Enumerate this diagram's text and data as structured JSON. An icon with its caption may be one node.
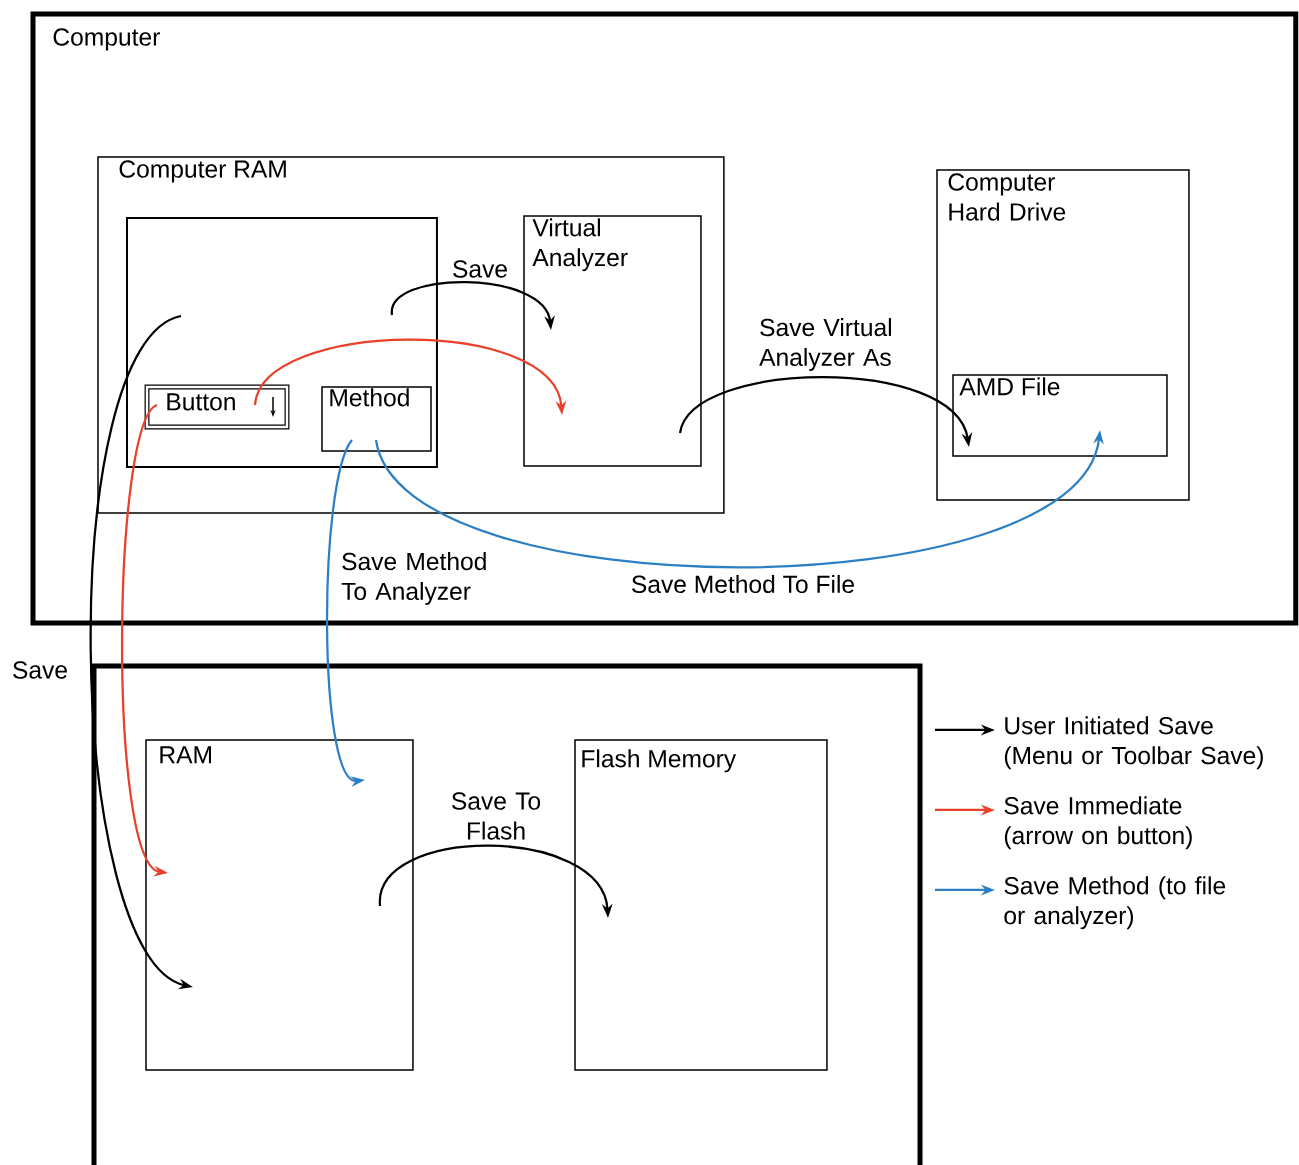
{
  "diagram": {
    "nodes": [
      {
        "text": [
          "Computer"
        ]
      },
      {
        "text": [
          "Computer RAM"
        ],
        "in": 0
      },
      {
        "text": [],
        "shape": "box",
        "in": 1
      },
      {
        "text": [
          "Button"
        ],
        "in": 2
      },
      {
        "text": [
          "Method"
        ],
        "in": 2
      },
      {
        "text": [
          "Virtual Analyzer"
        ],
        "in": 1
      },
      {
        "text": [
          "Computer Hard Drive"
        ],
        "in": 0
      },
      {
        "text": [
          "AMD File"
        ],
        "in": 6
      },
      {
        "text": [],
        "shape": "box"
      },
      {
        "text": [
          "RAM"
        ],
        "in": 8
      },
      {
        "text": [
          "Flash Memory"
        ],
        "in": 8
      }
    ],
    "edges": [
      {
        "from": 2,
        "to": 5,
        "arrow": "to",
        "label": "Save"
      },
      {
        "from": 5,
        "to": 7,
        "arrow": "to",
        "label": "Save Virtual Analyzer As"
      },
      {
        "from": 2,
        "to": 9,
        "arrow": "to",
        "label": "Save"
      },
      {
        "from": 3,
        "to": 5,
        "arrow": "to",
        "color": "#e8402a"
      },
      {
        "from": 3,
        "to": 9,
        "arrow": "to",
        "color": "#e8402a"
      },
      {
        "from": 4,
        "to": 9,
        "arrow": "to",
        "color": "#2d7fc4",
        "label": "Save Method To Analyzer"
      },
      {
        "from": 4,
        "to": 7,
        "arrow": "to",
        "color": "#2d7fc4",
        "label": "Save Method To File"
      },
      {
        "from": 9,
        "to": 10,
        "arrow": "to",
        "label": "Save To Flash"
      }
    ],
    "legend": [
      {
        "text": "User Initiated Save (Menu or Toolbar Save)",
        "color": "#000000"
      },
      {
        "text": "Save Immediate (arrow on button)",
        "color": "#e8402a"
      },
      {
        "text": "Save Method (to file or analyzer)",
        "color": "#2d7fc4"
      }
    ]
  }
}
